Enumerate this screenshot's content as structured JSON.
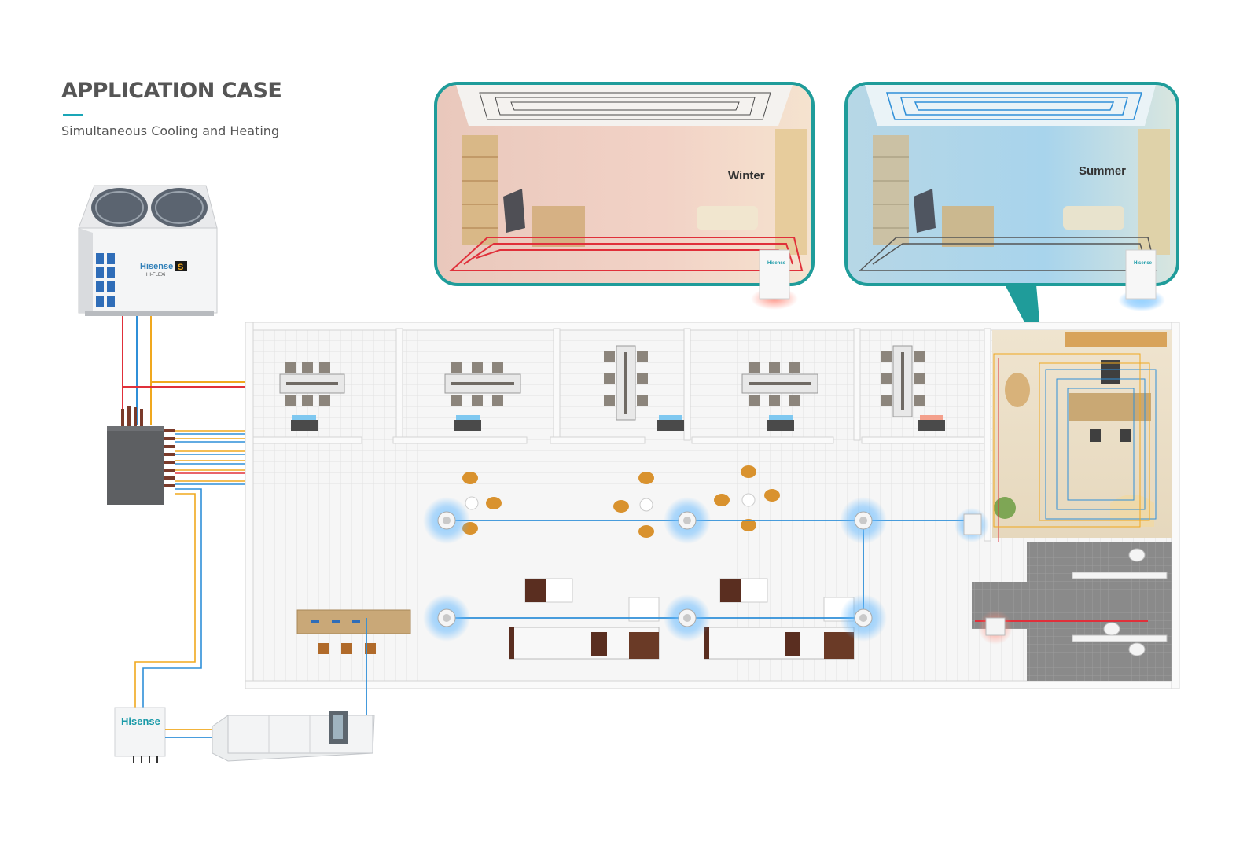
{
  "header": {
    "title": "APPLICATION CASE",
    "subtitle": "Simultaneous Cooling and Heating"
  },
  "insets": {
    "winter_label": "Winter",
    "summer_label": "Summer"
  },
  "brand": {
    "name": "Hisense",
    "outdoor_badge": "S",
    "outdoor_sub": "HI-FLEXi"
  },
  "colors": {
    "accent_teal": "#1aa6b7",
    "heating_red": "#e0303a",
    "cooling_blue": "#2f8fd8",
    "liquid_orange": "#f0a81e",
    "frame_teal": "#1f9c9a"
  }
}
